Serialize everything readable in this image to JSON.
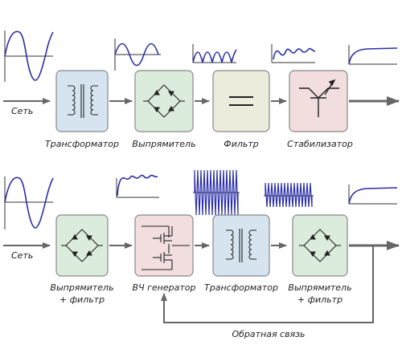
{
  "colors": {
    "wave": "#2b2fa8",
    "line": "#666666",
    "box_transformer": "#d6e4ef",
    "box_rectifier": "#dcecdc",
    "box_filter": "#ecebdc",
    "box_stabilizer": "#f2dede",
    "box_hf": "#f2dede",
    "box_border": "#888888"
  },
  "top_row": {
    "input_label": "Сеть",
    "blocks": [
      {
        "id": "transformer",
        "label": "Трансформатор",
        "icon": "transformer-icon"
      },
      {
        "id": "rectifier",
        "label": "Выпрямитель",
        "icon": "diode-bridge-icon"
      },
      {
        "id": "filter",
        "label": "Фильтр",
        "icon": "capacitor-icon"
      },
      {
        "id": "stabilizer",
        "label": "Стабилизатор",
        "icon": "transistor-icon"
      }
    ]
  },
  "bottom_row": {
    "input_label": "Сеть",
    "blocks": [
      {
        "id": "rectifier-filter-1",
        "label_line1": "Выпрямитель",
        "label_line2": "+ фильтр",
        "icon": "diode-bridge-icon"
      },
      {
        "id": "hf-generator",
        "label": "ВЧ генератор",
        "icon": "mosfet-icon"
      },
      {
        "id": "transformer-2",
        "label": "Трансформатор",
        "icon": "transformer-icon"
      },
      {
        "id": "rectifier-filter-2",
        "label_line1": "Выпрямитель",
        "label_line2": "+ фильтр",
        "icon": "diode-bridge-icon"
      }
    ],
    "feedback_label": "Обратная связь"
  }
}
